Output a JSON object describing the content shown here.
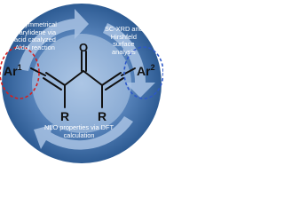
{
  "figure": {
    "notes": {
      "synthesis": [
        "Unsymmetrical",
        "diarylidene via",
        "acid catalyzed",
        "Aldol reaction"
      ],
      "analysis": [
        "SC-XRD and",
        "Hirshfeld",
        "surface",
        "analysis"
      ],
      "calculation": [
        "NLO properties  via DFT",
        "calculation"
      ]
    },
    "molecule": {
      "oxygen": "O",
      "aryl_left": "Ar",
      "aryl_left_index": "1",
      "aryl_right": "Ar",
      "aryl_right_index": "2",
      "substituent_left": "R",
      "substituent_right": "R"
    },
    "colors": {
      "cycle_blue": "#2f5f96",
      "cycle_light": "#a9c3e4",
      "highlight_left": "#d62020",
      "highlight_right": "#2d58c8",
      "bond": "#111111"
    }
  }
}
